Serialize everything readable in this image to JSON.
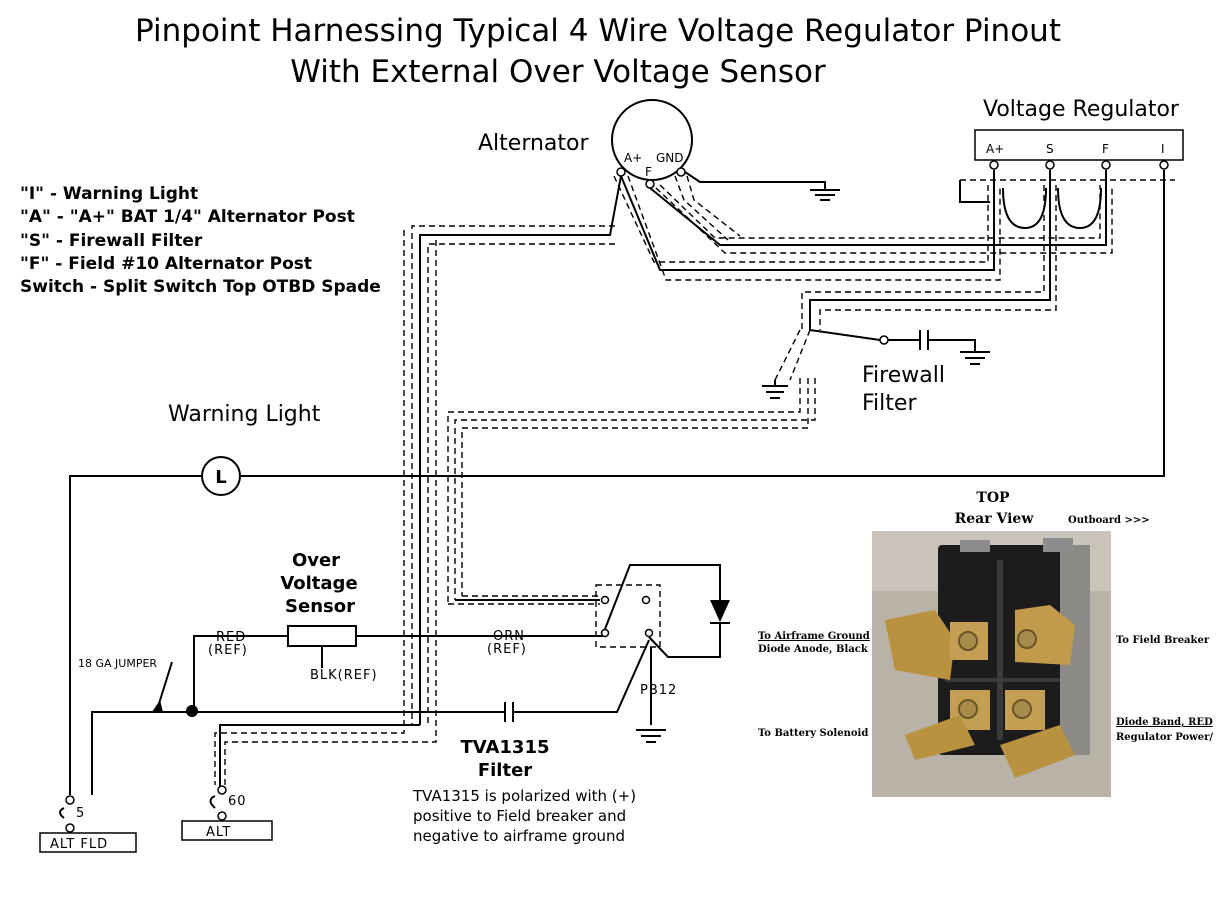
{
  "title": {
    "line1": "Pinpoint Harnessing Typical 4 Wire Voltage Regulator Pinout",
    "line2": "With External Over Voltage Sensor"
  },
  "legend": [
    "\"I\" - Warning Light",
    "\"A\" - \"A+\" BAT 1/4\" Alternator Post",
    "\"S\" - Firewall Filter",
    "\"F\" - Field #10 Alternator Post",
    "Switch - Split Switch Top OTBD Spade"
  ],
  "alternator": {
    "label": "Alternator",
    "terminals": [
      "A+",
      "F",
      "GND"
    ]
  },
  "regulator": {
    "label": "Voltage Regulator",
    "terminals": [
      "A+",
      "S",
      "F",
      "I"
    ]
  },
  "firewall_filter": {
    "line1": "Firewall",
    "line2": "Filter"
  },
  "warning_light": {
    "label": "Warning Light",
    "symbol": "L"
  },
  "ov_sensor": {
    "line1": "Over",
    "line2": "Voltage",
    "line3": "Sensor",
    "red": "RED",
    "red_ref": "(REF)",
    "blk": "BLK(REF)",
    "orn": "ORN",
    "orn_ref": "(REF)"
  },
  "jumper": "18 GA JUMPER",
  "switch_label": "PB12",
  "filter": {
    "line1": "TVA1315",
    "line2": "Filter",
    "note": [
      "TVA1315 is polarized with (+)",
      "positive to Field breaker and",
      "negative to airframe ground"
    ]
  },
  "alt_fld": {
    "pin": "5",
    "label": "ALT FLD"
  },
  "alt": {
    "pin": "60",
    "label": "ALT"
  },
  "photo": {
    "top": "TOP",
    "rear_view": "Rear View",
    "outboard": "Outboard >>>",
    "to_airframe_ground": "To Airframe Ground",
    "diode_anode": "Diode Anode, Black",
    "to_field_breaker": "To Field Breaker",
    "to_battery_solenoid": "To Battery Solenoid",
    "diode_band": "Diode Band, RED",
    "regulator_power": "Regulator Power/"
  }
}
